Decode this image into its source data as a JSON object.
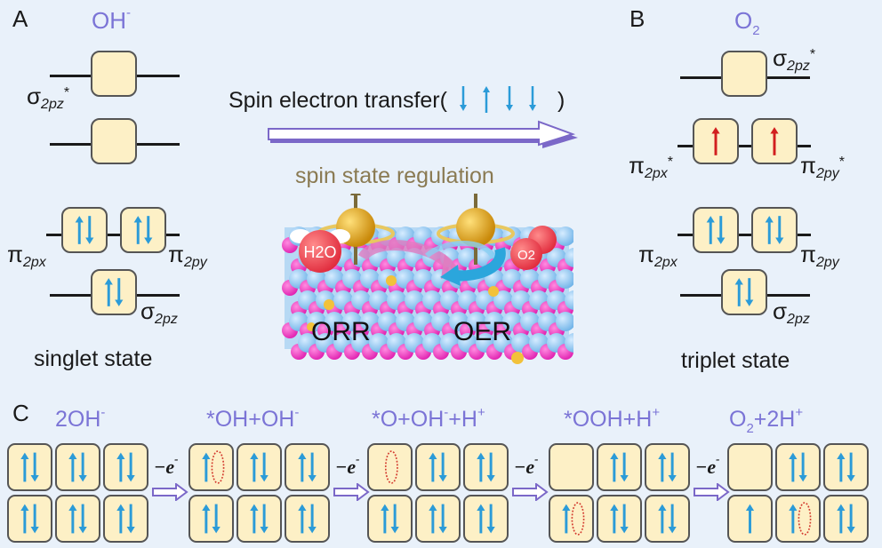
{
  "colors": {
    "background": "#e9f1fa",
    "species_label": "#7b74d6",
    "orbital_fill": "#fdf0c6",
    "orbital_border": "#555555",
    "paired_spin_arrow": "#2b9bd8",
    "unpaired_spin_arrow_triplet": "#d21f1f",
    "hole_marker": "#d33a2e",
    "spin_regulation_text": "#8a7a52",
    "transfer_arrow_shadow": "#7b68c8"
  },
  "panel_a": {
    "letter": "A",
    "species": {
      "base": "OH",
      "sup": "-"
    },
    "levels": [
      {
        "name": "sigma_2pz_antibonding",
        "label": {
          "symbol": "σ",
          "sub": "2pz",
          "sup": "*"
        },
        "orbitals": [
          []
        ]
      },
      {
        "name": "nonbonding",
        "label": null,
        "orbitals": [
          []
        ]
      },
      {
        "name": "pi_2p",
        "label_left": {
          "symbol": "π",
          "sub": "2px"
        },
        "label_right": {
          "symbol": "π",
          "sub": "2py"
        },
        "orbitals": [
          [
            "up",
            "down"
          ],
          [
            "up",
            "down"
          ]
        ]
      },
      {
        "name": "sigma_2pz",
        "label": {
          "symbol": "σ",
          "sub": "2pz"
        },
        "orbitals": [
          [
            "up",
            "down"
          ]
        ]
      }
    ],
    "state": "singlet state"
  },
  "panel_b": {
    "letter": "B",
    "species": {
      "base": "O",
      "sub": "2"
    },
    "levels": [
      {
        "name": "sigma_2pz_antibonding",
        "label": {
          "symbol": "σ",
          "sub": "2pz",
          "sup": "*"
        },
        "orbitals": [
          []
        ]
      },
      {
        "name": "pi_2p_antibonding",
        "label_left": {
          "symbol": "π",
          "sub": "2px",
          "sup": "*"
        },
        "label_right": {
          "symbol": "π",
          "sub": "2py",
          "sup": "*"
        },
        "orbitals": [
          [
            "up"
          ],
          [
            "up"
          ]
        ]
      },
      {
        "name": "pi_2p",
        "label_left": {
          "symbol": "π",
          "sub": "2px"
        },
        "label_right": {
          "symbol": "π",
          "sub": "2py"
        },
        "orbitals": [
          [
            "up",
            "down"
          ],
          [
            "up",
            "down"
          ]
        ]
      },
      {
        "name": "sigma_2pz",
        "label": {
          "symbol": "σ",
          "sub": "2pz"
        },
        "orbitals": [
          [
            "up",
            "down"
          ]
        ]
      }
    ],
    "state": "triplet state"
  },
  "center": {
    "transfer_label": "Spin electron transfer(",
    "transfer_label_close": ")",
    "transfer_spins": [
      "down",
      "up",
      "down",
      "down"
    ],
    "spin_regulation": "spin state regulation",
    "illustration": {
      "molecule_left": "H2O",
      "molecule_right": "O2",
      "reaction_left": "ORR",
      "reaction_right": "OER"
    }
  },
  "panel_c": {
    "letter": "C",
    "step_label": {
      "base": "−e",
      "sup": "-"
    },
    "stages": [
      {
        "label_html": "2OH<sup>-</sup>",
        "top": [
          [
            "up",
            "down"
          ],
          [
            "up",
            "down"
          ],
          [
            "up",
            "down"
          ]
        ],
        "bottom": [
          [
            "up",
            "down"
          ],
          [
            "up",
            "down"
          ],
          [
            "up",
            "down"
          ]
        ]
      },
      {
        "label_html": "*OH+OH<sup>-</sup>",
        "top": [
          [
            "up",
            "hole"
          ],
          [
            "up",
            "down"
          ],
          [
            "up",
            "down"
          ]
        ],
        "bottom": [
          [
            "up",
            "down"
          ],
          [
            "up",
            "down"
          ],
          [
            "up",
            "down"
          ]
        ]
      },
      {
        "label_html": "*O+OH<sup>-</sup>+H<sup>+</sup>",
        "top": [
          [
            "hole"
          ],
          [
            "up",
            "down"
          ],
          [
            "up",
            "down"
          ]
        ],
        "bottom": [
          [
            "up",
            "down"
          ],
          [
            "up",
            "down"
          ],
          [
            "up",
            "down"
          ]
        ]
      },
      {
        "label_html": "*OOH+H<sup>+</sup>",
        "top": [
          [],
          [
            "up",
            "down"
          ],
          [
            "up",
            "down"
          ]
        ],
        "bottom": [
          [
            "up",
            "hole"
          ],
          [
            "up",
            "down"
          ],
          [
            "up",
            "down"
          ]
        ]
      },
      {
        "label_html": "O<sub>2</sub>+2H<sup>+</sup>",
        "top": [
          [],
          [
            "up",
            "down"
          ],
          [
            "up",
            "down"
          ]
        ],
        "bottom": [
          [
            "up"
          ],
          [
            "up",
            "hole"
          ],
          [
            "up",
            "down"
          ]
        ]
      }
    ]
  }
}
